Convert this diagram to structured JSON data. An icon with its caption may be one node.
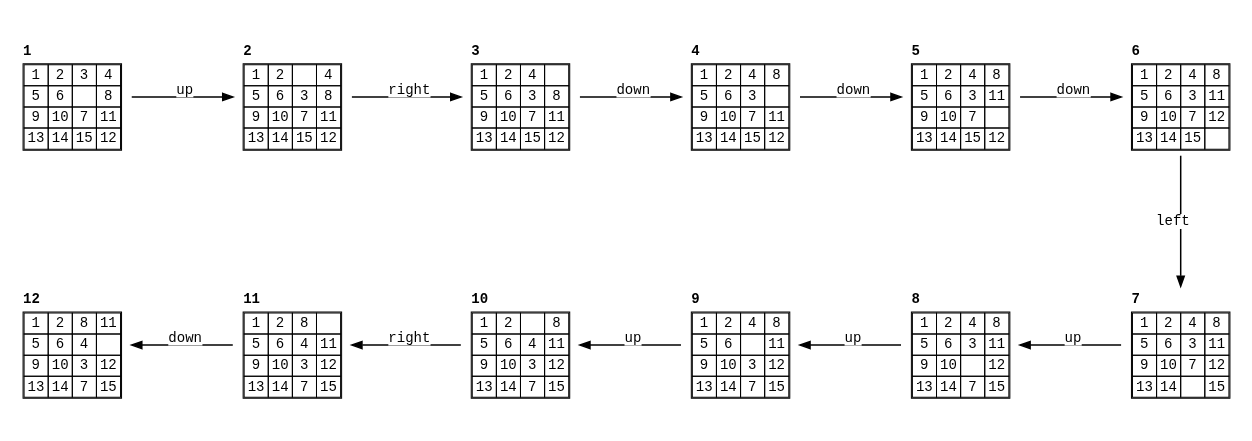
{
  "diagram": {
    "nodes": [
      {
        "text": [
          "1",
          "1",
          "2",
          "3",
          "4",
          "5",
          "6",
          "8",
          "9",
          "10",
          "7",
          "11",
          "13",
          "14",
          "15",
          "12"
        ]
      },
      {
        "text": [
          "2",
          "1",
          "2",
          "4",
          "5",
          "6",
          "3",
          "8",
          "9",
          "10",
          "7",
          "11",
          "13",
          "14",
          "15",
          "12"
        ]
      },
      {
        "text": [
          "3",
          "1",
          "2",
          "4",
          "5",
          "6",
          "3",
          "8",
          "9",
          "10",
          "7",
          "11",
          "13",
          "14",
          "15",
          "12"
        ]
      },
      {
        "text": [
          "4",
          "1",
          "2",
          "4",
          "8",
          "5",
          "6",
          "3",
          "9",
          "10",
          "7",
          "11",
          "13",
          "14",
          "15",
          "12"
        ]
      },
      {
        "text": [
          "5",
          "1",
          "2",
          "4",
          "8",
          "5",
          "6",
          "3",
          "11",
          "9",
          "10",
          "7",
          "13",
          "14",
          "15",
          "12"
        ]
      },
      {
        "text": [
          "6",
          "1",
          "2",
          "4",
          "8",
          "5",
          "6",
          "3",
          "11",
          "9",
          "10",
          "7",
          "12",
          "13",
          "14",
          "15"
        ]
      },
      {
        "text": [
          "7",
          "1",
          "2",
          "4",
          "8",
          "5",
          "6",
          "3",
          "11",
          "9",
          "10",
          "7",
          "12",
          "13",
          "14",
          "15"
        ]
      },
      {
        "text": [
          "8",
          "1",
          "2",
          "4",
          "8",
          "5",
          "6",
          "3",
          "11",
          "9",
          "10",
          "12",
          "13",
          "14",
          "7",
          "15"
        ]
      },
      {
        "text": [
          "9",
          "1",
          "2",
          "4",
          "8",
          "5",
          "6",
          "11",
          "9",
          "10",
          "3",
          "12",
          "13",
          "14",
          "7",
          "15"
        ]
      },
      {
        "text": [
          "10",
          "1",
          "2",
          "8",
          "5",
          "6",
          "4",
          "11",
          "9",
          "10",
          "3",
          "12",
          "13",
          "14",
          "7",
          "15"
        ]
      },
      {
        "text": [
          "11",
          "1",
          "2",
          "8",
          "5",
          "6",
          "4",
          "11",
          "9",
          "10",
          "3",
          "12",
          "13",
          "14",
          "7",
          "15"
        ]
      },
      {
        "text": [
          "12",
          "1",
          "2",
          "8",
          "11",
          "5",
          "6",
          "4",
          "9",
          "10",
          "3",
          "12",
          "13",
          "14",
          "7",
          "15"
        ]
      }
    ],
    "edges": [
      {
        "from": 0,
        "to": 1,
        "arrow": "to",
        "label": "up"
      },
      {
        "from": 1,
        "to": 2,
        "arrow": "to",
        "label": "right"
      },
      {
        "from": 2,
        "to": 3,
        "arrow": "to",
        "label": "down"
      },
      {
        "from": 3,
        "to": 4,
        "arrow": "to",
        "label": "down"
      },
      {
        "from": 4,
        "to": 5,
        "arrow": "to",
        "label": "down"
      },
      {
        "from": 5,
        "to": 6,
        "arrow": "to",
        "label": "left"
      },
      {
        "from": 6,
        "to": 7,
        "arrow": "to",
        "label": "up"
      },
      {
        "from": 7,
        "to": 8,
        "arrow": "to",
        "label": "up"
      },
      {
        "from": 8,
        "to": 9,
        "arrow": "to",
        "label": "up"
      },
      {
        "from": 9,
        "to": 10,
        "arrow": "to",
        "label": "right"
      },
      {
        "from": 10,
        "to": 11,
        "arrow": "to",
        "label": "down"
      }
    ]
  }
}
